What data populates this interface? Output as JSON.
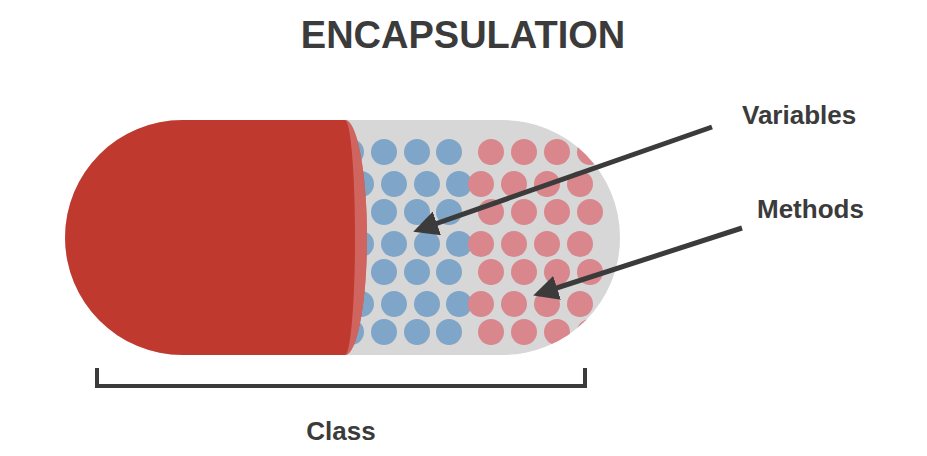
{
  "diagram": {
    "title": "ENCAPSULATION",
    "labels": [
      "Variables",
      "Methods",
      "Class"
    ]
  }
}
